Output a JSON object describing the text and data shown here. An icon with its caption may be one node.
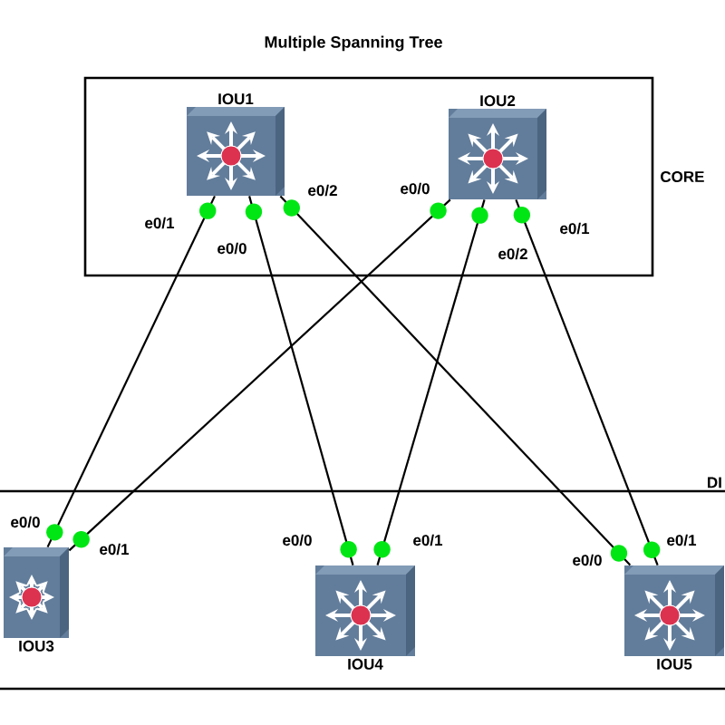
{
  "diagram": {
    "title": "Multiple Spanning Tree",
    "nodes": [
      {
        "text": [
          "CORE"
        ]
      },
      {
        "text": [
          "IOU1"
        ],
        "in": 0
      },
      {
        "text": [
          "IOU2"
        ],
        "in": 0
      },
      {
        "text": [
          "DI"
        ]
      },
      {
        "text": [
          "IOU3"
        ],
        "in": 3
      },
      {
        "text": [
          "IOU4"
        ],
        "in": 3
      },
      {
        "text": [
          "IOU5"
        ],
        "in": 3
      }
    ],
    "edges": [
      {
        "from": 1,
        "to": 4,
        "arrow": "none"
      },
      {
        "from": 1,
        "to": 5,
        "arrow": "none"
      },
      {
        "from": 1,
        "to": 6,
        "arrow": "none"
      },
      {
        "from": 2,
        "to": 4,
        "arrow": "none"
      },
      {
        "from": 2,
        "to": 5,
        "arrow": "none"
      },
      {
        "from": 2,
        "to": 6,
        "arrow": "none"
      }
    ],
    "labels": [
      "e0/2",
      "e0/0",
      "e0/1",
      "e0/0",
      "e0/2",
      "e0/1",
      "e0/0",
      "e0/1",
      "e0/0",
      "e0/1",
      "e0/0",
      "e0/1"
    ]
  }
}
